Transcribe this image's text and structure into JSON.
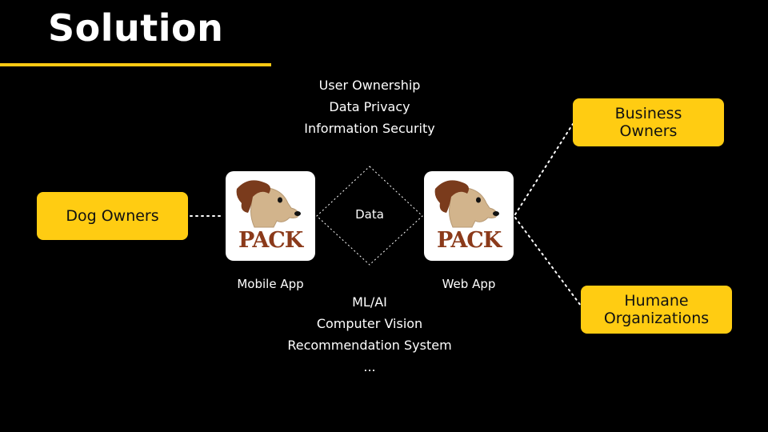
{
  "slide": {
    "title": "Solution",
    "accent_color": "#FFCC12"
  },
  "boxes": {
    "dog_owners": "Dog Owners",
    "business_owners": [
      "Business",
      "Owners"
    ],
    "humane_organizations": [
      "Humane",
      "Organizations"
    ]
  },
  "apps": {
    "logo_text": "PACK",
    "mobile_caption": "Mobile App",
    "web_caption": "Web App"
  },
  "center": {
    "data_label": "Data",
    "top_items": [
      "User Ownership",
      "Data Privacy",
      "Information Security"
    ],
    "bottom_items": [
      "ML/AI",
      "Computer Vision",
      "Recommendation System",
      "..."
    ]
  }
}
